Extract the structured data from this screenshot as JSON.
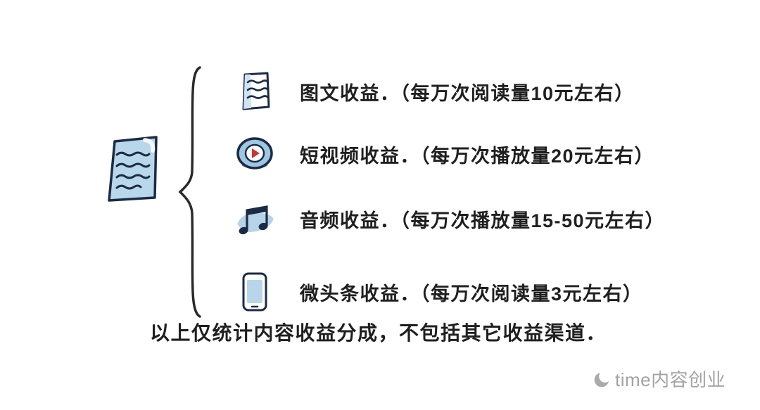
{
  "diagram": {
    "root_icon": "note-document-icon",
    "rows": [
      {
        "icon": "article-document-icon",
        "label": "图文收益．（每万次阅读量10元左右）"
      },
      {
        "icon": "video-play-icon",
        "label": "短视频收益．（每万次播放量20元左右）"
      },
      {
        "icon": "music-notes-icon",
        "label": "音频收益．（每万次播放量15-50元左右）"
      },
      {
        "icon": "smartphone-icon",
        "label": "微头条收益．（每万次阅读量3元左右）"
      }
    ],
    "footnote": "以上仅统计内容收益分成，不包括其它收益渠道．",
    "watermark": {
      "icon": "crescent-moon-icon",
      "text": "time内容创业"
    },
    "colors": {
      "ink": "#1b2b45",
      "paper_blue": "#b9d7ea",
      "light_blue": "#cfe3f2",
      "play_red": "#cc3333",
      "text": "#1f1f1f",
      "watermark_gray": "#a3a3a3"
    }
  }
}
